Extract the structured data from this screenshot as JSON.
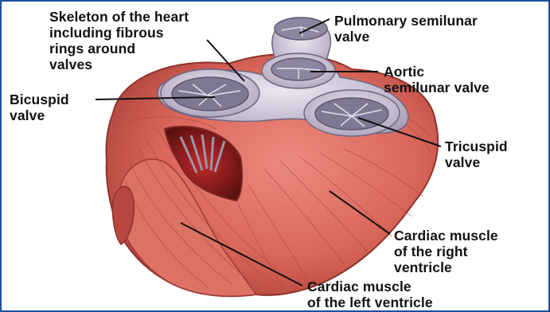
{
  "labels": {
    "skeleton": "Skeleton of the heart\nincluding fibrous\nrings around\nvalves",
    "pulmonary": "Pulmonary semilunar\nvalve",
    "aortic": "Aortic\nsemilunar valve",
    "bicuspid": "Bicuspid\nvalve",
    "tricuspid": "Tricuspid\nvalve",
    "right_ventricle": "Cardiac muscle\nof the right\nventricle",
    "left_ventricle": "Cardiac muscle\nof the left ventricle"
  },
  "colors": {
    "frame_border": "#1d4f9c",
    "muscle": "#d9665a",
    "muscle_dark": "#a83e36",
    "fibrous_skeleton": "#c9c1d6",
    "leader_line": "#111111"
  }
}
